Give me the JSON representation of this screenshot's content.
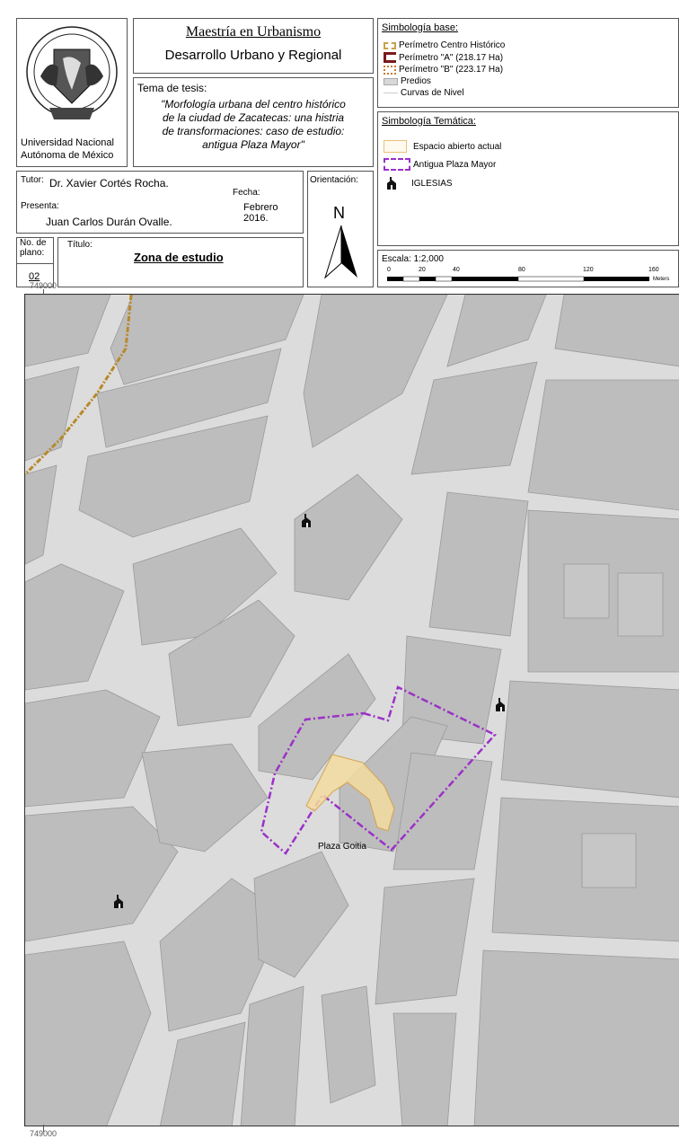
{
  "institution": {
    "name_line1": "Universidad Nacional",
    "name_line2": "Autónoma de México"
  },
  "program": {
    "title": "Maestría en Urbanismo",
    "subtitle": "Desarrollo Urbano y Regional"
  },
  "thesis": {
    "label": "Tema de tesis:",
    "lines": [
      "\"Morfología urbana del centro histórico",
      "de la ciudad de Zacatecas: una histria",
      "de transformaciones: caso de estudio:",
      "antigua Plaza Mayor\""
    ]
  },
  "credits": {
    "tutor_label": "Tutor:",
    "tutor_name": "Dr. Xavier Cortés Rocha.",
    "fecha_label": "Fecha:",
    "fecha_value": "Febrero 2016.",
    "presenta_label": "Presenta:",
    "presenta_name": "Juan Carlos Durán Ovalle."
  },
  "plano": {
    "no_label_1": "No. de",
    "no_label_2": "plano:",
    "no_value": "02",
    "titulo_label": "Título:",
    "titulo_value": "Zona de estudio"
  },
  "orientation": {
    "label": "Orientación:",
    "north": "N"
  },
  "legend_base": {
    "title": "Simbología base:",
    "items": [
      {
        "label": "Perímetro Centro Histórico",
        "color": "#c8a24a"
      },
      {
        "label": "Perímetro \"A\" (218.17 Ha)",
        "color": "#7a1a1a"
      },
      {
        "label": "Perímetro \"B\" (223.17 Ha)",
        "color": "#c87a2a"
      },
      {
        "label": "Predios",
        "color": "#d8d8d8"
      },
      {
        "label": "Curvas de Nivel",
        "color": "#cccccc"
      }
    ]
  },
  "legend_thematic": {
    "title": "Simbología Temática:",
    "items": [
      {
        "label": "Espacio abierto actual",
        "color": "#e9c27a"
      },
      {
        "label": "Antigua Plaza Mayor",
        "color": "#9b30c8"
      },
      {
        "label": "IGLESIAS",
        "icon": "church-icon"
      }
    ]
  },
  "scale": {
    "label": "Escala: 1:2,000",
    "ticks": [
      "0",
      "20",
      "40",
      "80",
      "120",
      "160"
    ],
    "unit": "Meters"
  },
  "map": {
    "coord_top": "749000",
    "coord_bottom": "749000",
    "plaza_label": "Plaza Goitia",
    "colors": {
      "block": "#bdbdbd",
      "street": "#dcdcdc",
      "plaza_boundary": "#9b30c8",
      "historic_perimeter": "#c8a24a"
    }
  }
}
